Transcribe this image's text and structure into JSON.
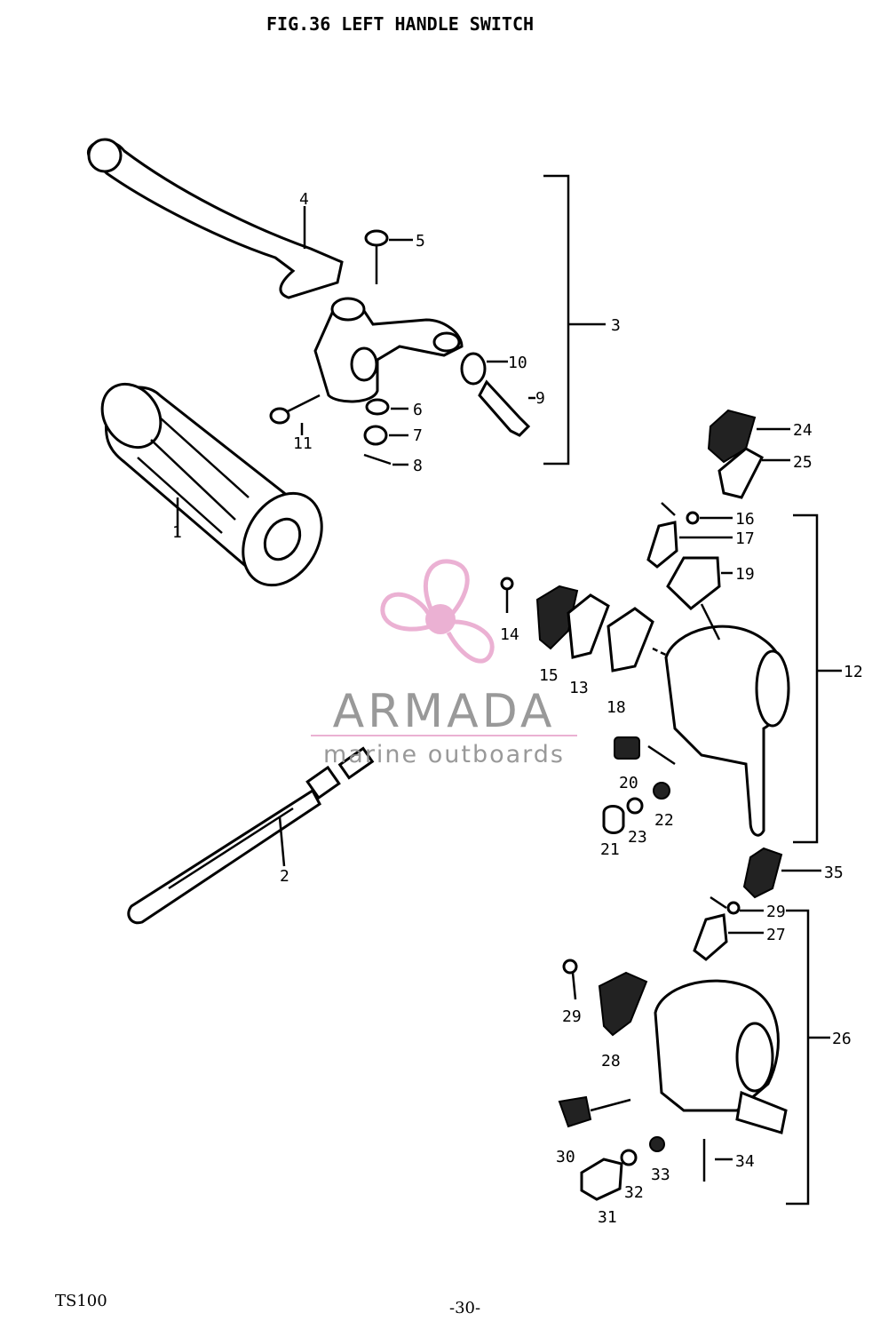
{
  "title": "FIG.36  LEFT HANDLE SWITCH",
  "footer": {
    "model": "TS100",
    "page": "-30-"
  },
  "watermark": {
    "brand": "ARMADA",
    "tagline": "marine outboards",
    "color_pink": "#e9a9cf",
    "color_gray": "#8f8f8f"
  },
  "callouts": {
    "c1": "1",
    "c2": "2",
    "c3": "3",
    "c4": "4",
    "c5": "5",
    "c6": "6",
    "c7": "7",
    "c8": "8",
    "c9": "9",
    "c10": "10",
    "c11": "11",
    "c12": "12",
    "c13": "13",
    "c14": "14",
    "c15": "15",
    "c16": "16",
    "c17": "17",
    "c18": "18",
    "c19": "19",
    "c20": "20",
    "c21": "21",
    "c22": "22",
    "c23": "23",
    "c24": "24",
    "c25": "25",
    "c26": "26",
    "c27": "27",
    "c28": "28",
    "c29a": "29",
    "c29b": "29",
    "c30": "30",
    "c31": "31",
    "c32": "32",
    "c33": "33",
    "c34": "34",
    "c35": "35"
  }
}
